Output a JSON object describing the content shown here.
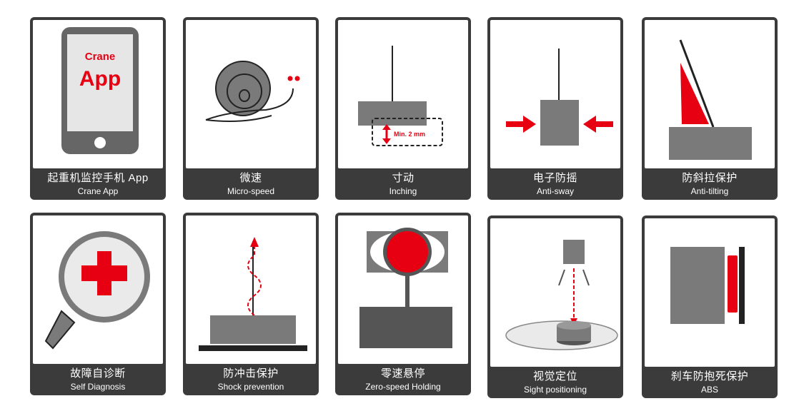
{
  "colors": {
    "card": "#3b3b3b",
    "accent": "#e60012",
    "block": "#7a7a7a"
  },
  "features": [
    {
      "cn": "起重机监控手机 App",
      "en": "Crane App",
      "icon": "phone-app-icon",
      "art": {
        "line1": "Crane",
        "line2": "App"
      }
    },
    {
      "cn": "微速",
      "en": "Micro-speed",
      "icon": "snail-icon"
    },
    {
      "cn": "寸动",
      "en": "Inching",
      "icon": "inching-icon",
      "art": {
        "label": "Min. 2 mm"
      }
    },
    {
      "cn": "电子防摇",
      "en": "Anti-sway",
      "icon": "anti-sway-icon"
    },
    {
      "cn": "防斜拉保护",
      "en": "Anti-tilting",
      "icon": "anti-tilting-icon"
    },
    {
      "cn": "故障自诊断",
      "en": "Self Diagnosis",
      "icon": "magnifier-cross-icon"
    },
    {
      "cn": "防冲击保护",
      "en": "Shock prevention",
      "icon": "shock-prevention-icon"
    },
    {
      "cn": "零速悬停",
      "en": "Zero-speed Holding",
      "icon": "zero-speed-holding-icon"
    },
    {
      "cn": "视觉定位",
      "en": "Sight positioning",
      "icon": "sight-positioning-icon"
    },
    {
      "cn": "刹车防抱死保护",
      "en": "ABS",
      "icon": "abs-brake-icon"
    }
  ]
}
